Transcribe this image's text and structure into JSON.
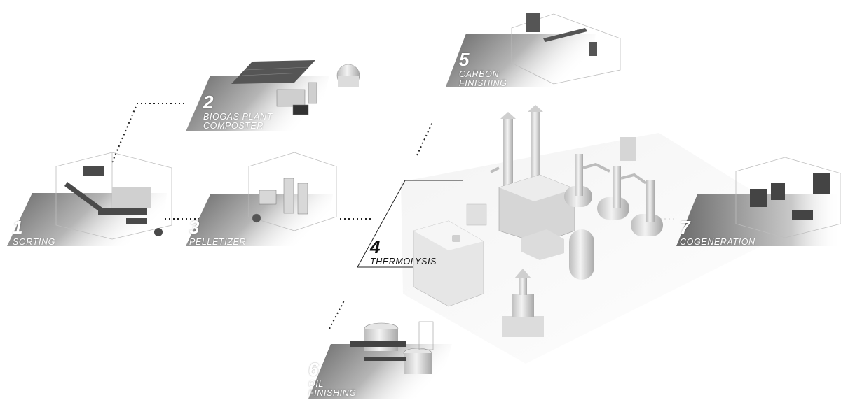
{
  "stages": [
    {
      "id": "sorting",
      "number": "1",
      "lines": [
        "SORTING"
      ]
    },
    {
      "id": "biogas",
      "number": "2",
      "lines": [
        "BIOGAS PLANT",
        "COMPOSTER"
      ]
    },
    {
      "id": "pelletizer",
      "number": "3",
      "lines": [
        "PELLETIZER"
      ]
    },
    {
      "id": "thermolysis",
      "number": "4",
      "lines": [
        "THERMOLYSIS"
      ]
    },
    {
      "id": "carbon",
      "number": "5",
      "lines": [
        "CARBON",
        "FINISHING"
      ]
    },
    {
      "id": "oil",
      "number": "6",
      "lines": [
        "OIL",
        "FINISHING"
      ]
    },
    {
      "id": "cogeneration",
      "number": "7",
      "lines": [
        "COGENERATION"
      ]
    }
  ],
  "colors": {
    "panel_dark": "#6b6b6b",
    "panel_light": "#ffffff",
    "line": "#222222",
    "machine": "#d9d9d9"
  }
}
